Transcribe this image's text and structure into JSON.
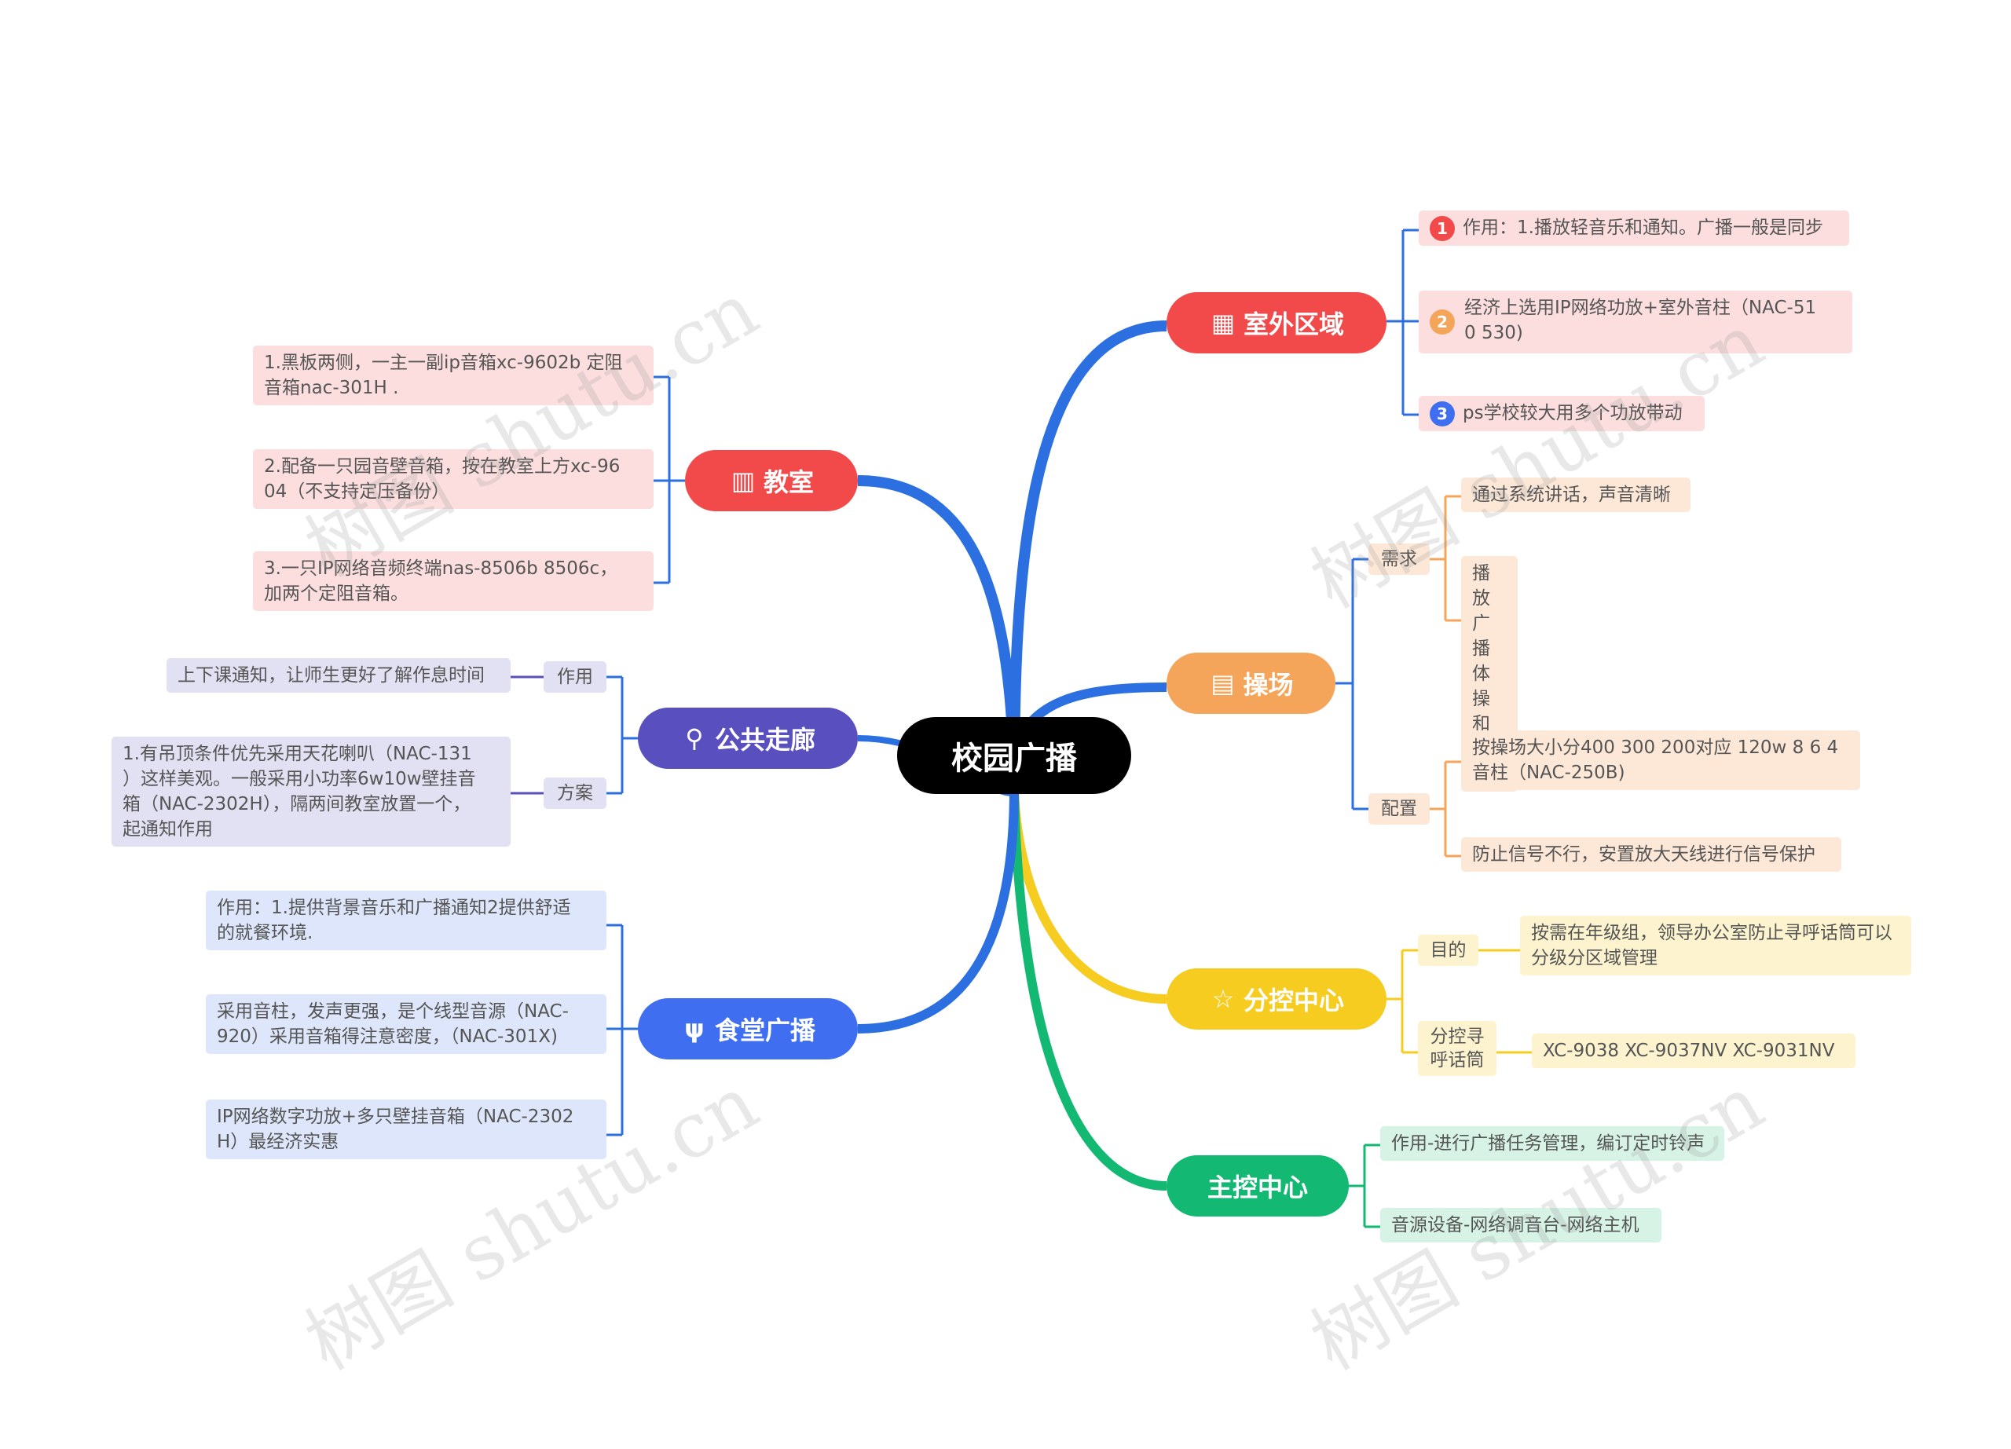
{
  "center": "校园广播",
  "colors": {
    "red": "#f24a4a",
    "orange": "#f5a55a",
    "yellow": "#f6cc21",
    "green": "#13b872",
    "purple": "#5a4fbf",
    "blue": "#3f6ff0",
    "center_line": "#2b6fe0"
  },
  "outdoor": {
    "title": "室外区域",
    "icon": "building-icon",
    "items": [
      {
        "num": "1",
        "text": "作用：1.播放轻音乐和通知。广播一般是同步"
      },
      {
        "num": "2",
        "text": "经济上选用IP网络功放+室外音柱（NAC-51",
        "text2": "0 530)"
      },
      {
        "num": "3",
        "text": "ps学校较大用多个功放带动"
      }
    ]
  },
  "playground": {
    "title": "操场",
    "icon": "calculator-icon",
    "need_label": "需求",
    "need_items": [
      "通过系统讲话，声音清晰",
      "播放\n广播\n体操\n和音\n乐"
    ],
    "config_label": "配置",
    "config_items": [
      "按操场大小分400 300 200对应 120w 8 6 4\n音柱（NAC-250B)",
      "防止信号不行，安置放大天线进行信号保护"
    ]
  },
  "control_sub": {
    "title": "分控中心",
    "icon": "star-icon",
    "purpose_label": "目的",
    "purpose_text": "按需在年级组，领导办公室防止寻呼话筒可以\n分级分区域管理",
    "mic_label": "分控寻\n呼话筒",
    "mic_text": "XC-9038 XC-9037NV XC-9031NV"
  },
  "control_main": {
    "title": "主控中心",
    "items": [
      "作用-进行广播任务管理，编订定时铃声",
      "音源设备-网络调音台-网络主机"
    ]
  },
  "classroom": {
    "title": "教室",
    "icon": "calendar-icon",
    "items": [
      "1.黑板两侧，一主一副ip音箱xc-9602b 定阻\n音箱nac-301H .",
      "2.配备一只园音壁音箱，按在教室上方xc-96\n04（不支持定压备份）",
      "3.一只IP网络音频终端nas-8506b 8506c，\n加两个定阻音箱。"
    ]
  },
  "corridor": {
    "title": "公共走廊",
    "icon": "microphone-icon",
    "use_label": "作用",
    "use_text": "上下课通知，让师生更好了解作息时间",
    "plan_label": "方案",
    "plan_text": "1.有吊顶条件优先采用天花喇叭（NAC-131\n）这样美观。一般采用小功率6w10w壁挂音\n箱（NAC-2302H），隔两间教室放置一个，\n起通知作用"
  },
  "canteen": {
    "title": "食堂广播",
    "icon": "food-icon",
    "items": [
      "作用：1.提供背景音乐和广播通知2提供舒适\n的就餐环境.",
      "采用音柱，发声更强，是个线型音源（NAC-\n920）采用音箱得注意密度，（NAC-301X)",
      "IP网络数字功放+多只壁挂音箱（NAC-2302\nH）最经济实惠"
    ]
  },
  "watermark": "树图 shutu.cn"
}
